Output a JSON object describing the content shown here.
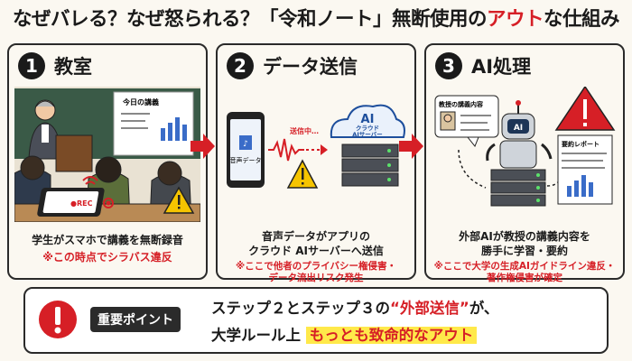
{
  "title": {
    "part1": "なぜバレる？なぜ怒られる？「令和ノート」無断使用の",
    "part_red": "アウト",
    "part3": "な仕組み"
  },
  "panels": [
    {
      "num": "1",
      "heading": "教室",
      "board_label": "今日の講義",
      "rec_label": "●REC",
      "caption": "学生がスマホで講義を無断録音",
      "note": "※この時点でシラバス違反"
    },
    {
      "num": "2",
      "heading": "データ送信",
      "audio_label": "音声データ",
      "sending_label": "送信中…",
      "cloud_title": "AI",
      "cloud_sub1": "クラウド",
      "cloud_sub2": "AIサーバー",
      "caption1": "音声データがアプリの",
      "caption2": "クラウド AIサーバーへ送信",
      "note1": "※ここで他者のプライバシー権侵害・",
      "note2": "データ流出リスク発生"
    },
    {
      "num": "3",
      "heading": "AI処理",
      "bubble_label": "教授の講義内容",
      "robot_label": "AI",
      "report_label": "要約レポート",
      "caption1": "外部AIが教授の講義内容を",
      "caption2": "勝手に学習・要約",
      "note1": "※ここで大学の生成AIガイドライン違反・",
      "note2": "著作権侵害が確定"
    }
  ],
  "bottom": {
    "badge": "重要ポイント",
    "line1_a": "ステップ２とステップ３の",
    "line1_red": "“外部送信”",
    "line1_b": "が、",
    "line2_a": "大学ルール上",
    "line2_hl": "もっとも致命的なアウト"
  },
  "colors": {
    "accent_red": "#d61f26",
    "highlight_yellow": "#ffe94a",
    "warning_yellow": "#f5c400",
    "cloud_blue": "#1d4e9c"
  }
}
